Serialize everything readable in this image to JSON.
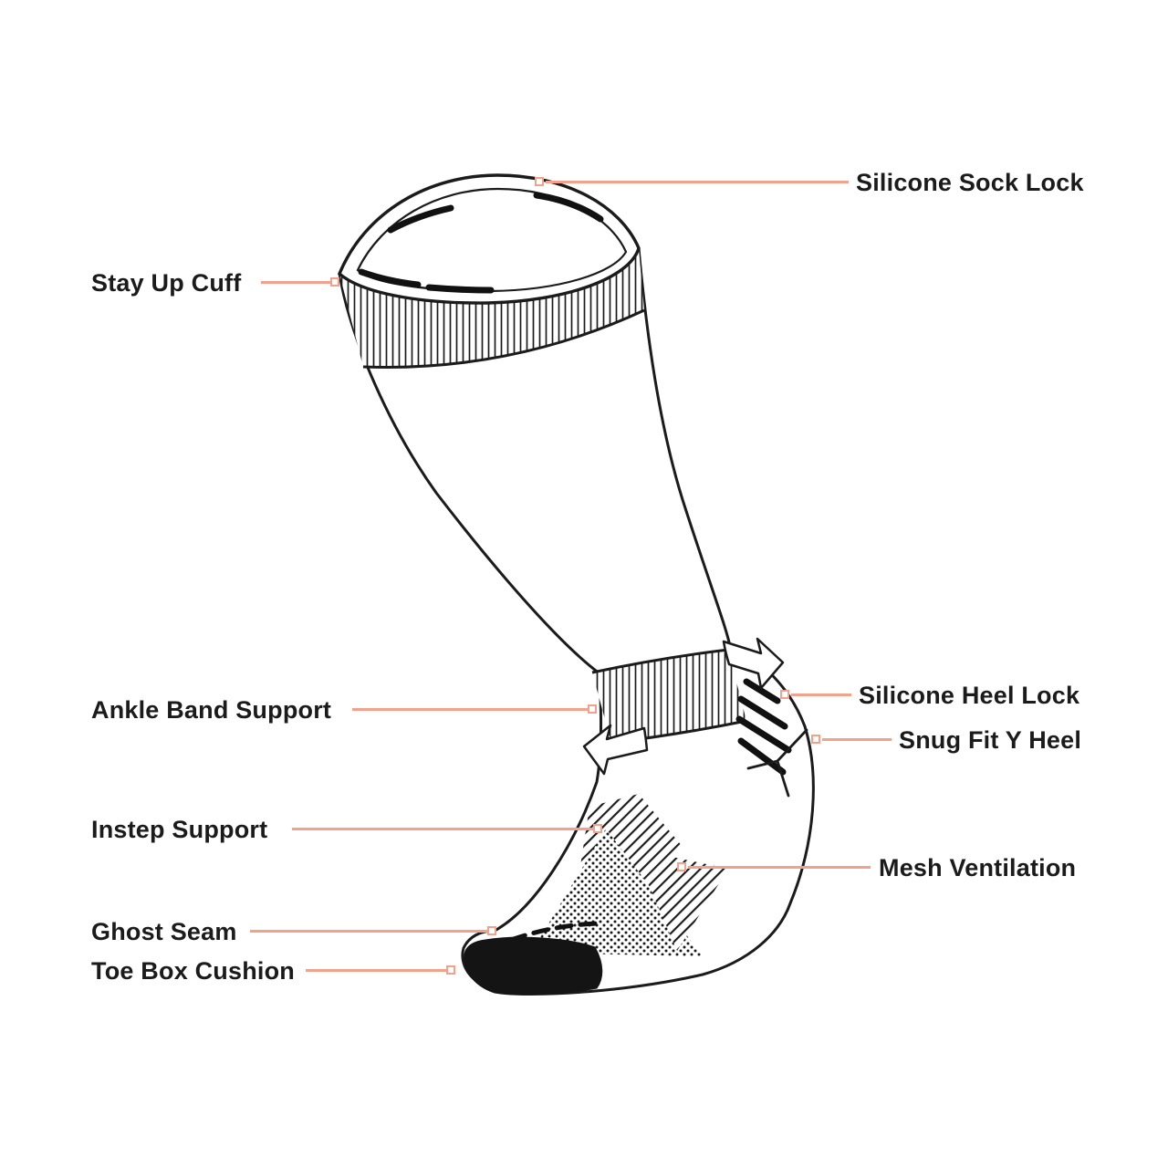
{
  "page": {
    "background": "#ffffff"
  },
  "diagram": {
    "subject": "sock-anatomy-diagram",
    "accent_color": "#F2A18D",
    "ink_color": "#1B1B1B",
    "labels": {
      "silicone_sock_lock": "Silicone Sock Lock",
      "stay_up_cuff": "Stay Up Cuff",
      "ankle_band_support": "Ankle Band Support",
      "silicone_heel_lock": "Silicone Heel Lock",
      "snug_fit_y_heel": "Snug Fit Y Heel",
      "instep_support": "Instep Support",
      "mesh_ventilation": "Mesh Ventilation",
      "ghost_seam": "Ghost Seam",
      "toe_box_cushion": "Toe Box Cushion"
    }
  }
}
